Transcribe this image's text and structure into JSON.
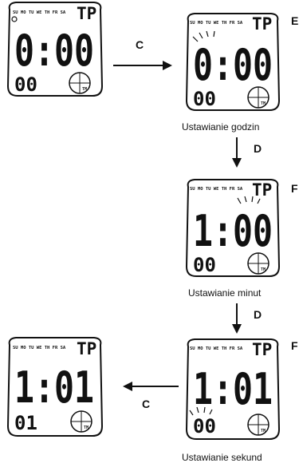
{
  "screens": [
    {
      "days": "SU MO TU WE TH FR SA",
      "mode": "TP",
      "time": "0:00",
      "seconds": "00",
      "tm_label": "TM"
    },
    {
      "days": "SU MO TU WE TH FR SA",
      "mode": "TP",
      "time": "0:00",
      "seconds": "00",
      "tm_label": "TM"
    },
    {
      "days": "SU MO TU WE TH FR SA",
      "mode": "TP",
      "time": "1:00",
      "seconds": "00",
      "tm_label": "TM"
    },
    {
      "days": "SU MO TU WE TH FR SA",
      "mode": "TP",
      "time": "1:01",
      "seconds": "00",
      "tm_label": "TM"
    },
    {
      "days": "SU MO TU WE TH FR SA",
      "mode": "TP",
      "time": "1:01",
      "seconds": "01",
      "tm_label": "TM"
    }
  ],
  "arrows": {
    "c_top": "C",
    "d_first": "D",
    "d_second": "D",
    "c_bottom": "C"
  },
  "side_letters": {
    "first": "E",
    "second": "F",
    "third": "F"
  },
  "captions": {
    "hours": "Ustawianie godzin",
    "minutes": "Ustawianie minut",
    "seconds": "Ustawianie sekund"
  }
}
